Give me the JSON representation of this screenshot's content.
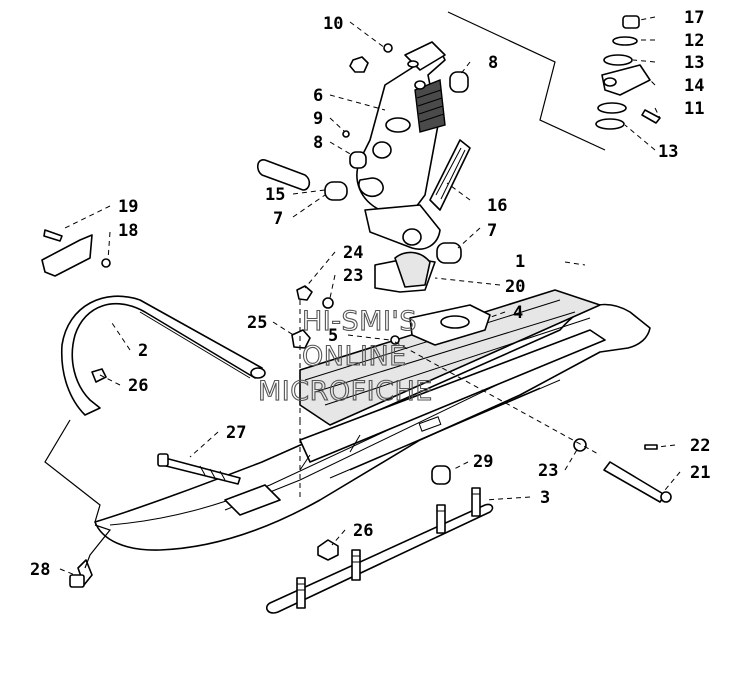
{
  "watermark": {
    "line1": "HI-SMI'S",
    "line2": "ONLINE",
    "line3": "MICROFICHE"
  },
  "callouts": {
    "c1": "1",
    "c2": "2",
    "c3": "3",
    "c4": "4",
    "c5": "5",
    "c6": "6",
    "c7a": "7",
    "c7b": "7",
    "c8a": "8",
    "c8b": "8",
    "c9": "9",
    "c10": "10",
    "c11": "11",
    "c12": "12",
    "c13a": "13",
    "c13b": "13",
    "c14": "14",
    "c15": "15",
    "c16": "16",
    "c17": "17",
    "c18": "18",
    "c19": "19",
    "c20": "20",
    "c21": "21",
    "c22": "22",
    "c23a": "23",
    "c23b": "23",
    "c24": "24",
    "c25": "25",
    "c26a": "26",
    "c26b": "26",
    "c27": "27",
    "c28": "28",
    "c29": "29"
  }
}
